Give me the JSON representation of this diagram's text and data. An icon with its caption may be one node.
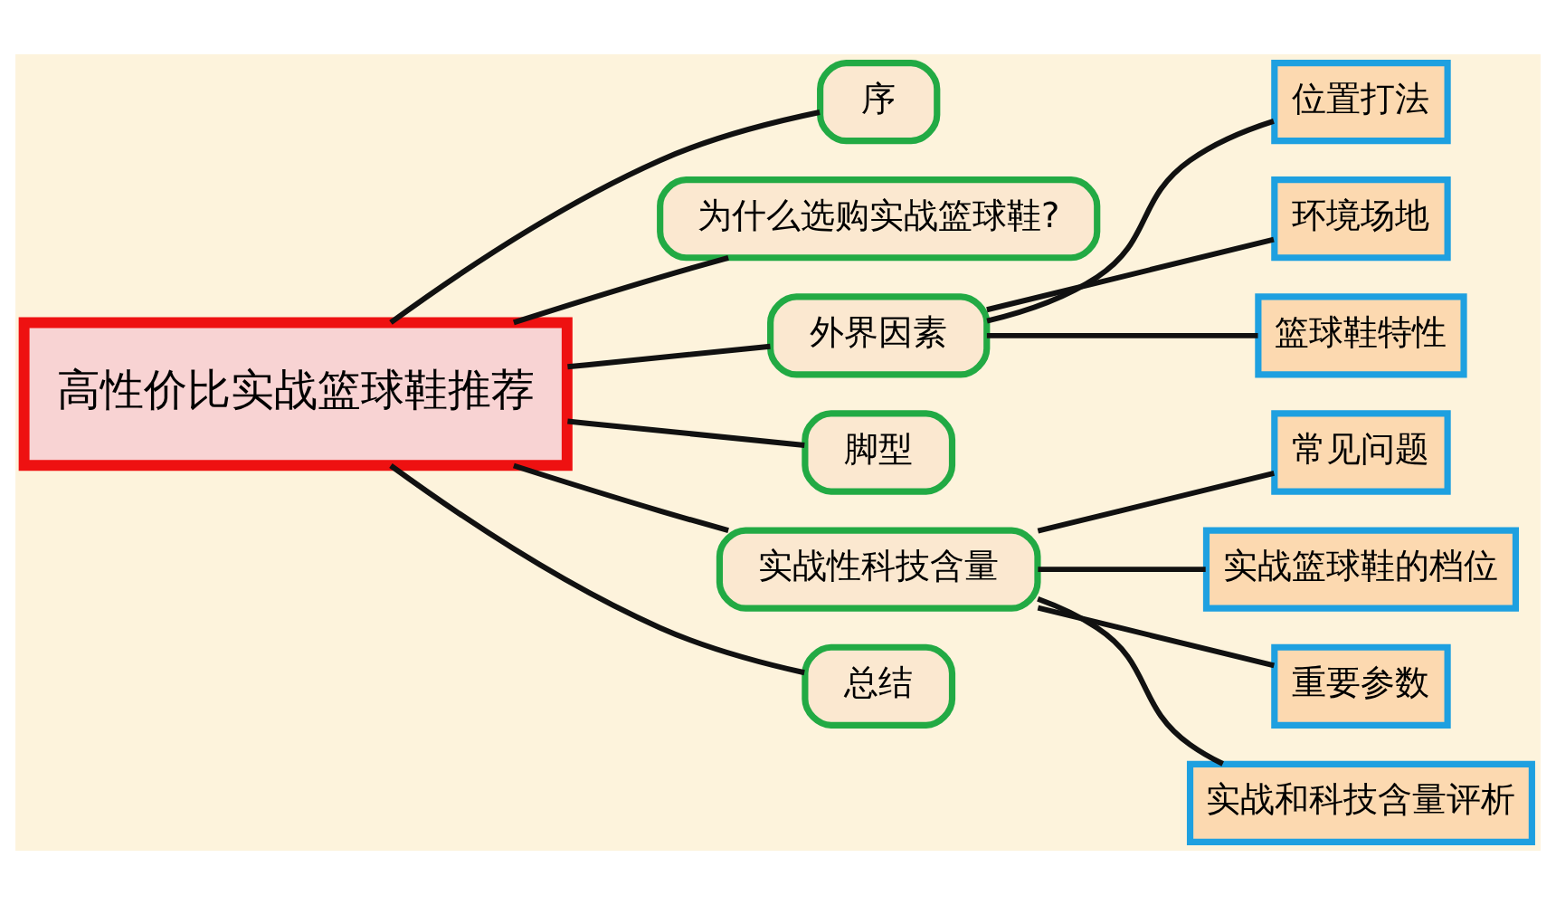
{
  "diagram": {
    "nodes": [
      {
        "text": [
          "高性价比实战篮球鞋推荐"
        ]
      },
      {
        "text": [
          "序"
        ]
      },
      {
        "text": [
          "为什么选购实战篮球鞋?"
        ]
      },
      {
        "text": [
          "外界因素"
        ]
      },
      {
        "text": [
          "位置打法"
        ]
      },
      {
        "text": [
          "环境场地"
        ]
      },
      {
        "text": [
          "篮球鞋特性"
        ]
      },
      {
        "text": [
          "脚型"
        ]
      },
      {
        "text": [
          "实战性科技含量"
        ]
      },
      {
        "text": [
          "常见问题"
        ]
      },
      {
        "text": [
          "实战篮球鞋的档位"
        ]
      },
      {
        "text": [
          "重要参数"
        ]
      },
      {
        "text": [
          "实战和科技含量评析"
        ]
      },
      {
        "text": [
          "总结"
        ]
      }
    ],
    "edges": [
      {
        "from": 0,
        "to": 1,
        "arrow": "none"
      },
      {
        "from": 0,
        "to": 2,
        "arrow": "none"
      },
      {
        "from": 0,
        "to": 3,
        "arrow": "none"
      },
      {
        "from": 3,
        "to": 4,
        "arrow": "none"
      },
      {
        "from": 3,
        "to": 5,
        "arrow": "none"
      },
      {
        "from": 3,
        "to": 6,
        "arrow": "none"
      },
      {
        "from": 0,
        "to": 7,
        "arrow": "none"
      },
      {
        "from": 0,
        "to": 8,
        "arrow": "none"
      },
      {
        "from": 8,
        "to": 9,
        "arrow": "none"
      },
      {
        "from": 8,
        "to": 10,
        "arrow": "none"
      },
      {
        "from": 8,
        "to": 11,
        "arrow": "none"
      },
      {
        "from": 8,
        "to": 12,
        "arrow": "none"
      },
      {
        "from": 0,
        "to": 13,
        "arrow": "none"
      }
    ]
  }
}
